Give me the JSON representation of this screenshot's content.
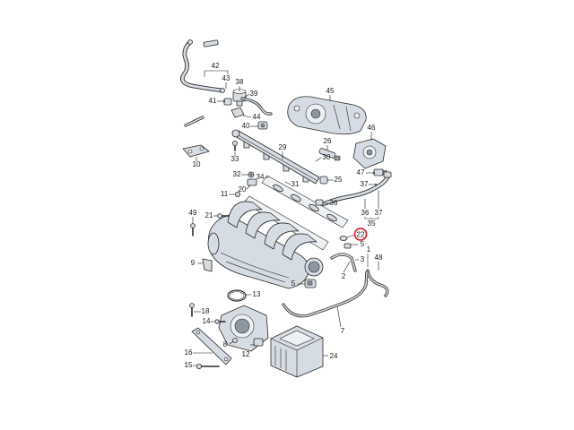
{
  "colors": {
    "highlight": "#e1262d",
    "part_fill": "#d6dce3",
    "outline": "#2a2a2a",
    "background": "#ffffff"
  },
  "callouts": [
    {
      "label": "42"
    },
    {
      "label": "43"
    },
    {
      "label": "38"
    },
    {
      "label": "39"
    },
    {
      "label": "41"
    },
    {
      "label": "44"
    },
    {
      "label": "40"
    },
    {
      "label": "45"
    },
    {
      "label": "46"
    },
    {
      "label": "29"
    },
    {
      "label": "26"
    },
    {
      "label": "30"
    },
    {
      "label": "47"
    },
    {
      "label": "10"
    },
    {
      "label": "33"
    },
    {
      "label": "32"
    },
    {
      "label": "34"
    },
    {
      "label": "31"
    },
    {
      "label": "25"
    },
    {
      "label": "37"
    },
    {
      "label": "11"
    },
    {
      "label": "20"
    },
    {
      "label": "36"
    },
    {
      "label": "36"
    },
    {
      "label": "37"
    },
    {
      "label": "35"
    },
    {
      "label": "49"
    },
    {
      "label": "21"
    },
    {
      "label": "22",
      "highlighted": true
    },
    {
      "label": "5"
    },
    {
      "label": "1"
    },
    {
      "label": "3"
    },
    {
      "label": "48"
    },
    {
      "label": "9"
    },
    {
      "label": "2"
    },
    {
      "label": "5"
    },
    {
      "label": "13"
    },
    {
      "label": "18"
    },
    {
      "label": "14"
    },
    {
      "label": "7"
    },
    {
      "label": "12"
    },
    {
      "label": "8"
    },
    {
      "label": "16"
    },
    {
      "label": "15"
    },
    {
      "label": "24"
    }
  ]
}
